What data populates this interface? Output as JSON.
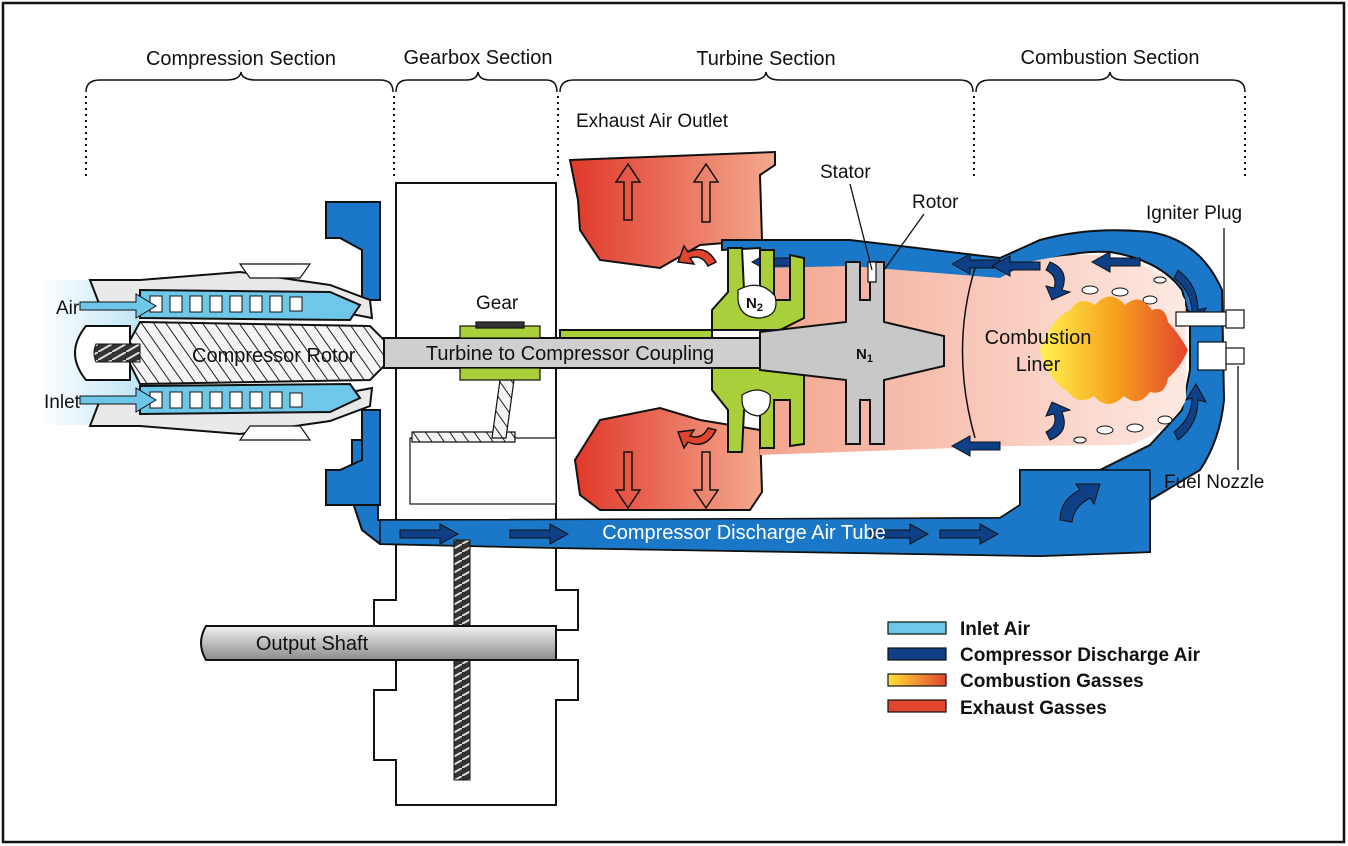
{
  "sections": {
    "compression": "Compression Section",
    "gearbox": "Gearbox Section",
    "turbine": "Turbine Section",
    "combustion": "Combustion Section"
  },
  "labels": {
    "exhaust_air_outlet": "Exhaust Air Outlet",
    "stator": "Stator",
    "rotor": "Rotor",
    "igniter_plug": "Igniter Plug",
    "fuel_nozzle": "Fuel Nozzle",
    "air": "Air",
    "inlet": "Inlet",
    "gear": "Gear",
    "compressor_rotor": "Compressor Rotor",
    "coupling": "Turbine to Compressor Coupling",
    "n2_main": "N",
    "n2_sub": "2",
    "n1_main": "N",
    "n1_sub": "1",
    "combustion_liner_1": "Combustion",
    "combustion_liner_2": "Liner",
    "discharge_tube": "Compressor Discharge Air Tube",
    "output_shaft": "Output Shaft"
  },
  "legend": {
    "items": [
      {
        "label": "Inlet Air",
        "color": "#6ec6e8"
      },
      {
        "label": "Compressor Discharge Air",
        "color": "#0f3f86"
      },
      {
        "label": "Combustion Gasses",
        "color": "#f7a21b"
      },
      {
        "label": "Exhaust Gasses",
        "color": "#e2452e"
      }
    ]
  },
  "colors": {
    "inlet_air": "#6ec6e8",
    "discharge_air": "#0f3f86",
    "casing_blue": "#1b78c8",
    "turbine_green": "#a9cf3a",
    "exhaust_red": "#e2452e",
    "flame_yellow": "#ffe23a",
    "metal_gray": "#c8c8c8"
  }
}
